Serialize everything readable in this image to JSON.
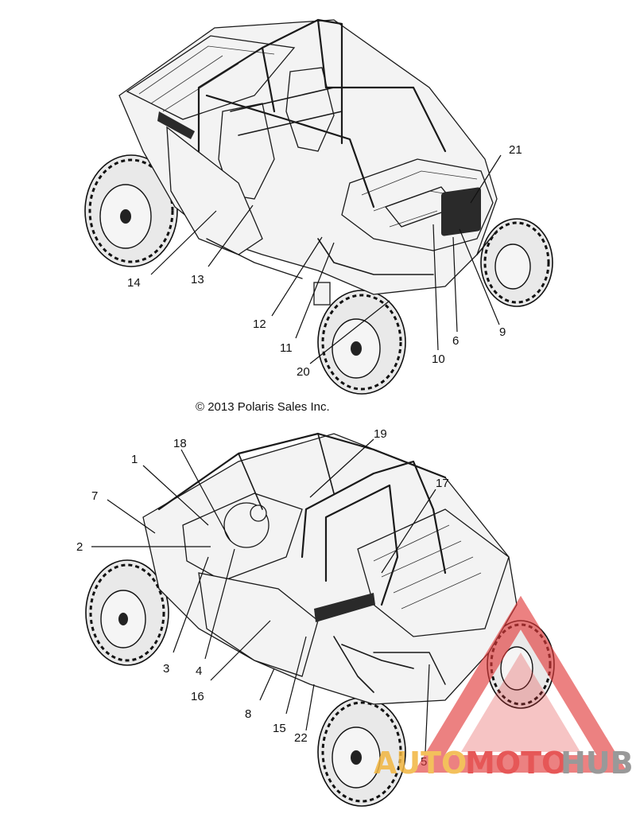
{
  "copyright": "© 2013 Polaris Sales Inc.",
  "watermark": {
    "part1": "AUTO",
    "part2": "MOTO",
    "part3": "HUB",
    "colors": {
      "accent": "#e23a3a",
      "gold": "#f2b640",
      "gray": "#888888"
    }
  },
  "top_view": {
    "callouts": [
      "21",
      "14",
      "13",
      "12",
      "11",
      "10",
      "6",
      "9",
      "20"
    ]
  },
  "bottom_view": {
    "callouts": [
      "18",
      "19",
      "1",
      "17",
      "7",
      "2",
      "3",
      "4",
      "16",
      "8",
      "15",
      "22",
      "5"
    ]
  }
}
